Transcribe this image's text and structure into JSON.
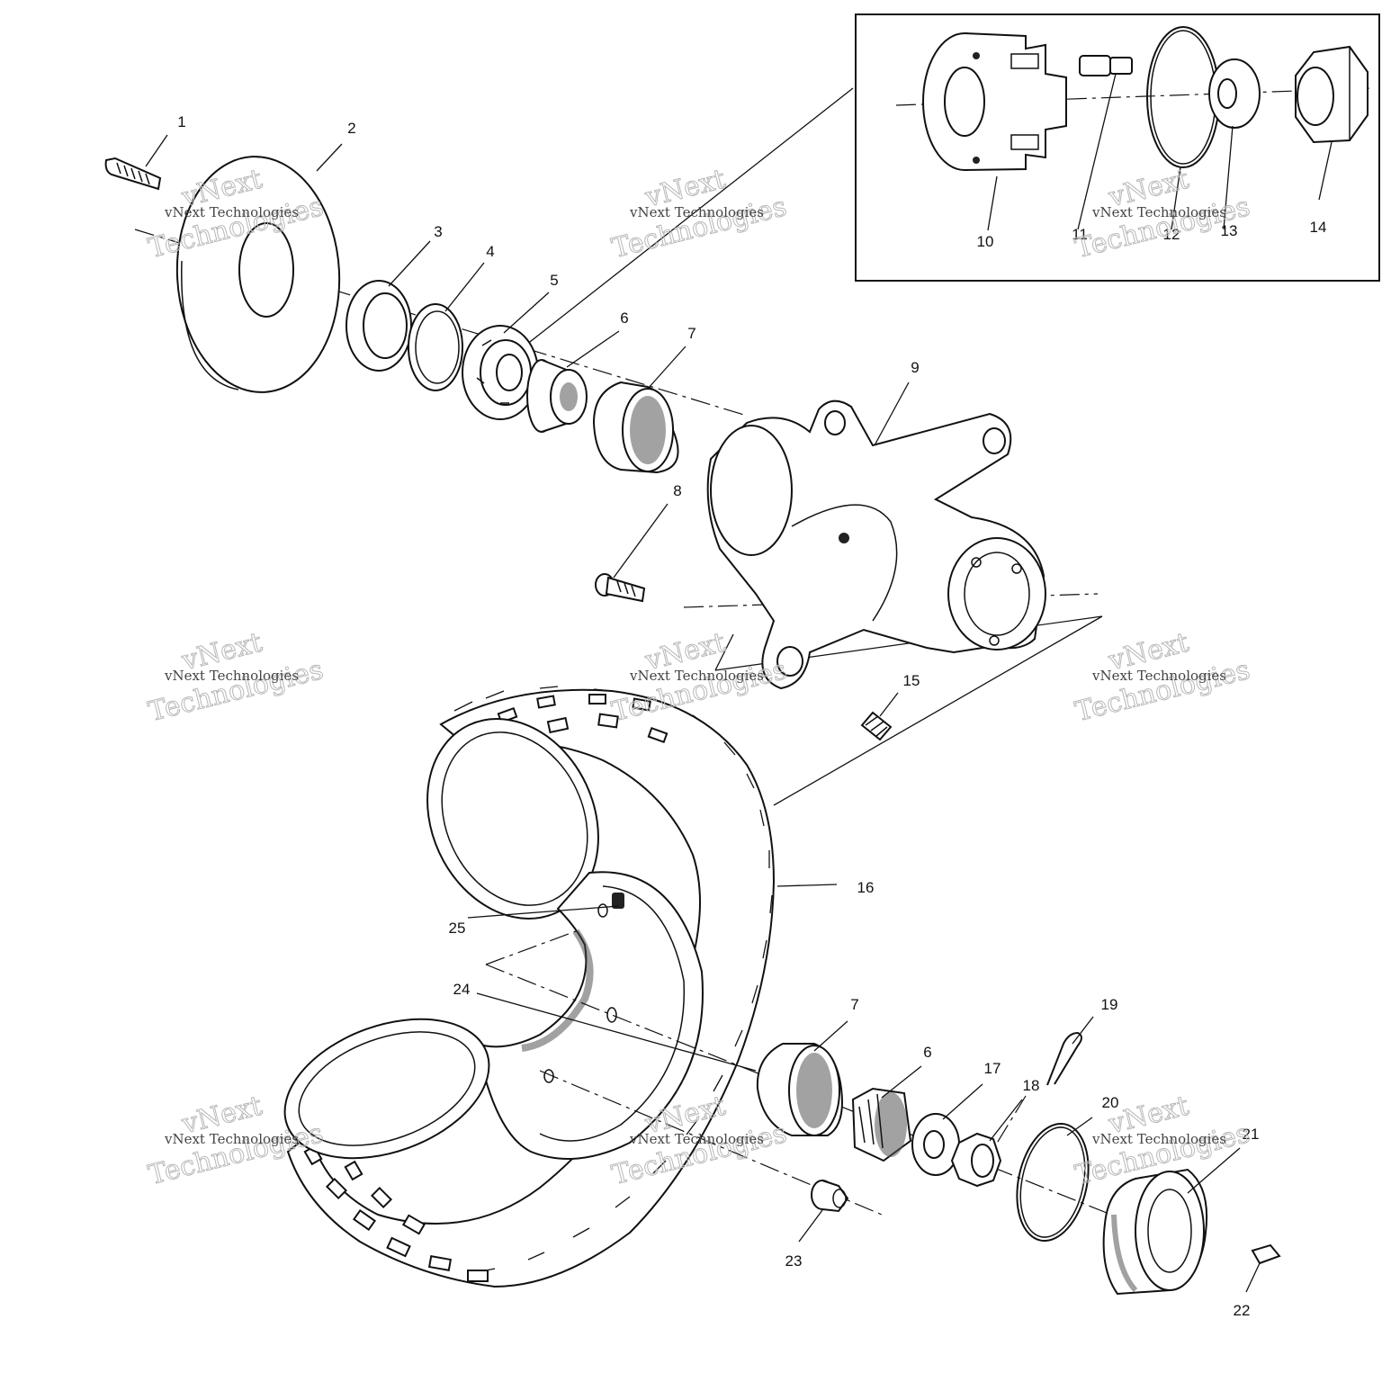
{
  "callouts": {
    "c1": "1",
    "c2": "2",
    "c3": "3",
    "c4": "4",
    "c5": "5",
    "c6": "6",
    "c7": "7",
    "c8": "8",
    "c9": "9",
    "c10": "10",
    "c11": "11",
    "c12": "12",
    "c13": "13",
    "c14": "14",
    "c15": "15",
    "c16": "16",
    "c6b": "6",
    "c7b": "7",
    "c17": "17",
    "c18": "18",
    "c19": "19",
    "c20": "20",
    "c21": "21",
    "c22": "22",
    "c23": "23",
    "c24": "24",
    "c25": "25"
  },
  "watermark": {
    "brand": "vNext",
    "line": "vNext Technologies",
    "word": "Technologies"
  }
}
